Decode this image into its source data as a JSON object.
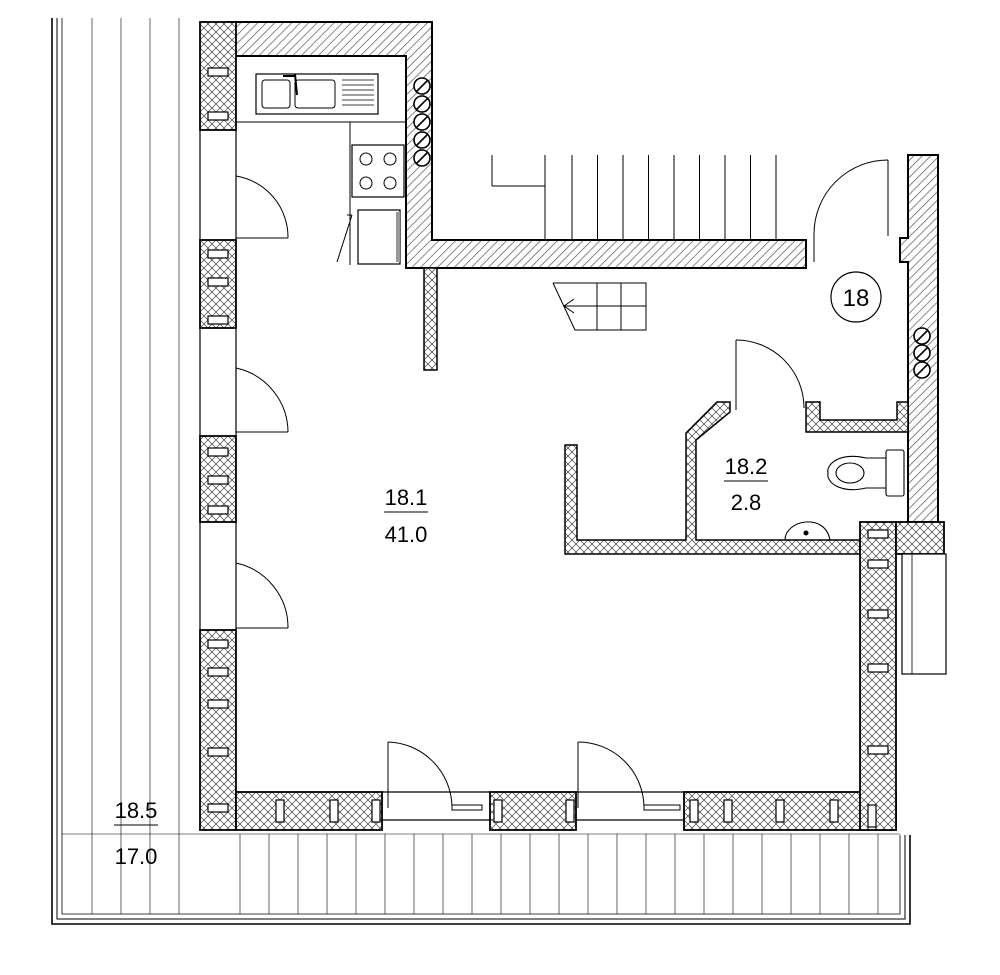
{
  "plan": {
    "unit_marker": "18",
    "rooms": [
      {
        "id": "18.1",
        "area": "41.0"
      },
      {
        "id": "18.2",
        "area": "2.8"
      },
      {
        "id": "18.5",
        "area": "17.0"
      }
    ]
  },
  "colors": {
    "line": "#000000",
    "hatch": "#555555",
    "background": "#ffffff"
  }
}
